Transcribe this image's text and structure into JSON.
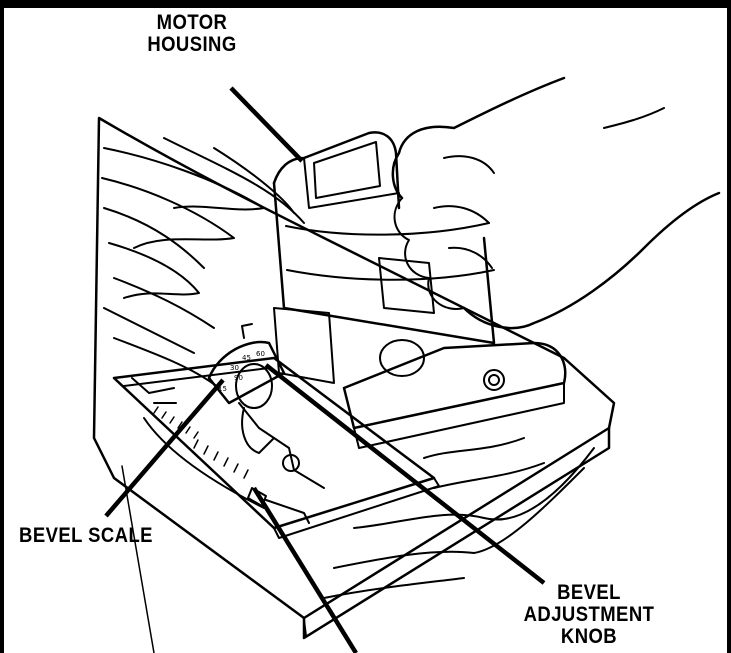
{
  "labels": {
    "motor_housing": [
      "MOTOR",
      "HOUSING"
    ],
    "bevel_scale": [
      "BEVEL SCALE"
    ],
    "bevel_adjustment_knob": [
      "BEVEL",
      "ADJUSTMENT",
      "KNOB"
    ]
  },
  "scale_marks": [
    "15",
    "30",
    "45",
    "60",
    "90"
  ],
  "colors": {
    "ink": "#000000",
    "paper": "#ffffff",
    "border": "#000000"
  }
}
